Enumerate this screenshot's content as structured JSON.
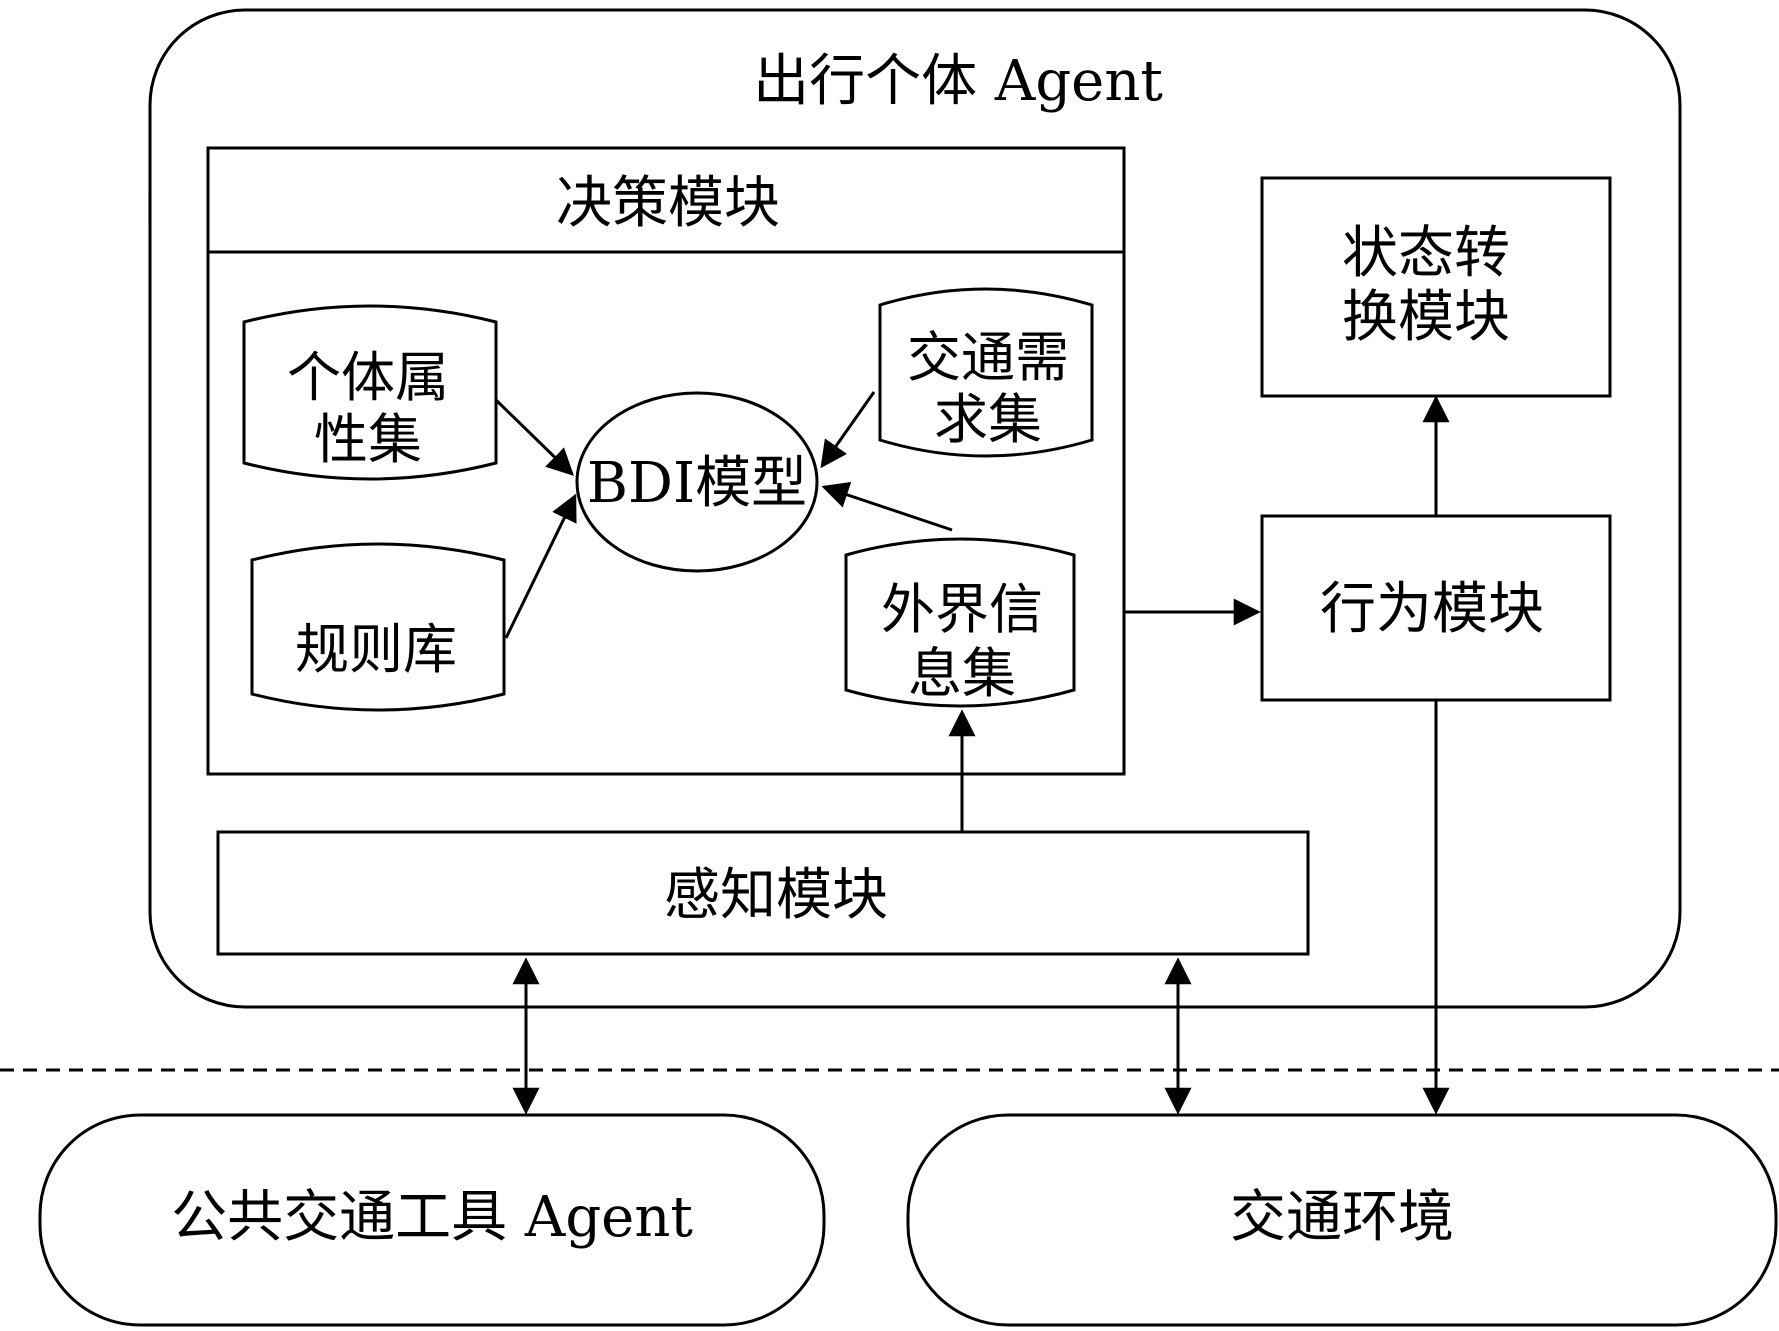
{
  "diagram": {
    "agent_title": "出行个体 Agent",
    "decision_module": "决策模块",
    "bdi_model": "BDI模型",
    "individual_attributes": [
      "个体属",
      "性集"
    ],
    "rule_base": "规则库",
    "traffic_demand": [
      "交通需",
      "求集"
    ],
    "external_info": [
      "外界信",
      "息集"
    ],
    "state_transition": [
      "状态转",
      "换模块"
    ],
    "behavior_module": "行为模块",
    "perception_module": "感知模块",
    "public_transport_agent": "公共交通工具 Agent",
    "traffic_environment": "交通环境"
  }
}
